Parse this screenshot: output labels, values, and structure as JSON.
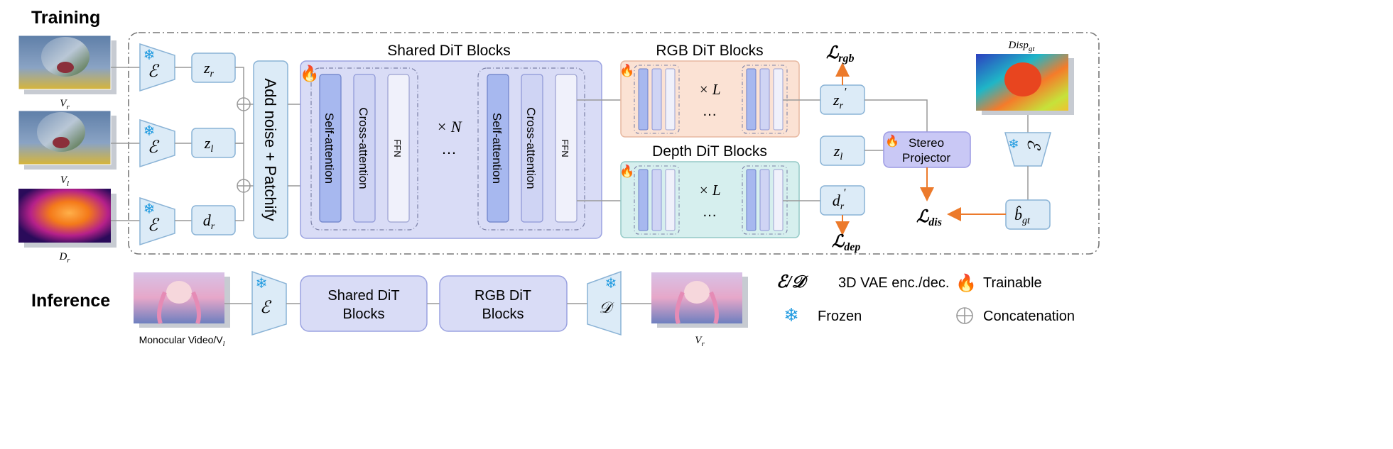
{
  "sections": {
    "training": "Training",
    "inference": "Inference"
  },
  "inputs": {
    "vr_label": "V",
    "vr_sub": "r",
    "vl_label": "V",
    "vl_sub": "l",
    "dr_label": "D",
    "dr_sub": "r"
  },
  "encoder": {
    "symbol": "ℰ"
  },
  "latents": {
    "zr": "z",
    "zr_sub": "r",
    "zl": "z",
    "zl_sub": "l",
    "dr": "d",
    "dr_sub": "r"
  },
  "patchify": "Add noise + Patchify",
  "shared": {
    "title": "Shared DiT Blocks",
    "self_attention": "Self-attention",
    "cross_attention": "Cross-attention",
    "ffn": "FFN",
    "repeat": "× N",
    "dots": "…"
  },
  "rgb_block": {
    "title": "RGB DiT Blocks",
    "repeat": "× L",
    "dots": "…"
  },
  "depth_block": {
    "title": "Depth DiT Blocks",
    "repeat": "× L",
    "dots": "…"
  },
  "outputs": {
    "zr_prime": "z",
    "zr_prime_sub": "r",
    "zl": "z",
    "zl_sub": "l",
    "dr_prime": "d",
    "dr_prime_sub": "r",
    "prime": "′"
  },
  "losses": {
    "rgb": "ℒ",
    "rgb_sub": "rgb",
    "dep": "ℒ",
    "dep_sub": "dep",
    "dis": "ℒ",
    "dis_sub": "dis"
  },
  "stereo_projector": {
    "line1": "Stereo",
    "line2": "Projector"
  },
  "gt": {
    "disp": "Disp",
    "disp_sub": "gt",
    "b": "b̂",
    "b_sub": "gt",
    "encoder": "ℰ"
  },
  "inference": {
    "input_caption": "Monocular Video/V",
    "input_caption_sub": "l",
    "encoder": "ℰ",
    "shared_line1": "Shared DiT",
    "shared_line2": "Blocks",
    "rgb_line1": "RGB DiT",
    "rgb_line2": "Blocks",
    "decoder": "𝒟",
    "output_caption": "V",
    "output_caption_sub": "r"
  },
  "legend": {
    "vae_symbol": "ℰ/𝒟",
    "vae_text": "3D VAE enc./dec.",
    "trainable": "Trainable",
    "frozen": "Frozen",
    "concat": "Concatenation"
  },
  "colors": {
    "light_blue_box": "#dcebf7",
    "box_stroke": "#8ab3d6",
    "shared_bg": "#d9dcf6",
    "rgb_bg": "#fbe2d4",
    "depth_bg": "#d6efee",
    "self_attn": "#a7b8ef",
    "cross_attn": "#cfd4f4",
    "ffn": "#f0f1fb",
    "stereo": "#c9c8f5",
    "orange": "#ec7a2b",
    "snowflake": "#1f9ae0"
  }
}
